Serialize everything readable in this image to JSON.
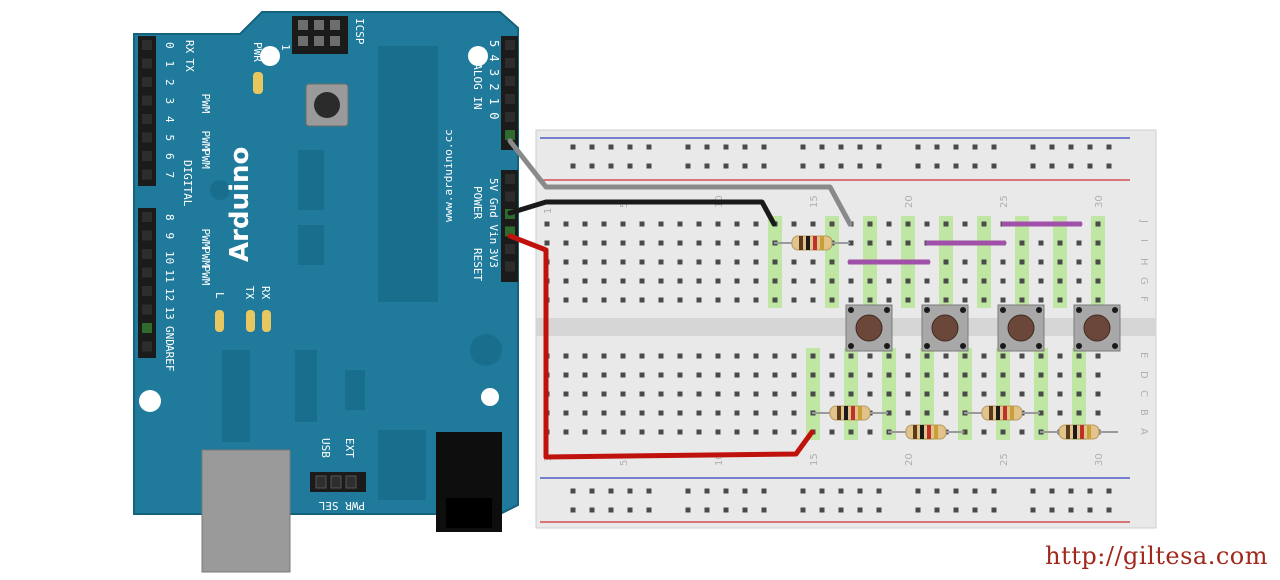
{
  "watermark": "http://giltesa.com",
  "arduino": {
    "brand": "Arduino",
    "website": "www.arduino.cc",
    "pin_labels_left": [
      {
        "num": "0",
        "name": "RX",
        "pwm": ""
      },
      {
        "num": "1",
        "name": "TX",
        "pwm": ""
      },
      {
        "num": "2",
        "name": "",
        "pwm": ""
      },
      {
        "num": "3",
        "name": "",
        "pwm": "PWM"
      },
      {
        "num": "4",
        "name": "",
        "pwm": ""
      },
      {
        "num": "5",
        "name": "",
        "pwm": "PWM"
      },
      {
        "num": "6",
        "name": "",
        "pwm": "PWM"
      },
      {
        "num": "7",
        "name": "",
        "pwm": ""
      },
      {
        "num": "8",
        "name": "",
        "pwm": ""
      },
      {
        "num": "9",
        "name": "",
        "pwm": "PWM"
      },
      {
        "num": "10",
        "name": "",
        "pwm": "PWM"
      },
      {
        "num": "11",
        "name": "",
        "pwm": "PWM"
      },
      {
        "num": "12",
        "name": "",
        "pwm": ""
      },
      {
        "num": "13",
        "name": "",
        "pwm": ""
      }
    ],
    "digital_label": "DIGITAL",
    "gnd_label": "GND",
    "aref_label": "AREF",
    "pwr_label": "PWR",
    "icsp_label": "ICSP",
    "led_l": "L",
    "led_tx": "TX",
    "led_rx": "RX",
    "analog_label": "ANALOG IN",
    "analog_nums": [
      "0",
      "1",
      "2",
      "3",
      "4",
      "5"
    ],
    "power_label": "POWER",
    "power_pins": "5V Gnd Vin",
    "v3_label": "3V3",
    "reset_label": "RESET",
    "usb_label": "USB",
    "ext_label": "EXT",
    "pwr_sel_label": "PWR SEL",
    "icsp_one": "1"
  },
  "breadboard": {
    "col_numbers": [
      "1",
      "5",
      "10",
      "15",
      "20",
      "25",
      "30"
    ],
    "row_letters_top": [
      "J",
      "I",
      "H",
      "G",
      "F"
    ],
    "row_letters_bottom": [
      "E",
      "D",
      "C",
      "B",
      "A"
    ]
  },
  "colors": {
    "board": "#1f7a9c",
    "board_dark": "#175f7b",
    "breadboard": "#e9e9e9",
    "wire_gray": "#8a8a8a",
    "wire_black": "#1a1a1a",
    "wire_red": "#c0120c",
    "jumper_purple": "#a050a8",
    "highlight_green": "#a8e07a",
    "rail_red": "#d03030",
    "rail_blue": "#3040c0",
    "watermark": "#a0281c"
  }
}
